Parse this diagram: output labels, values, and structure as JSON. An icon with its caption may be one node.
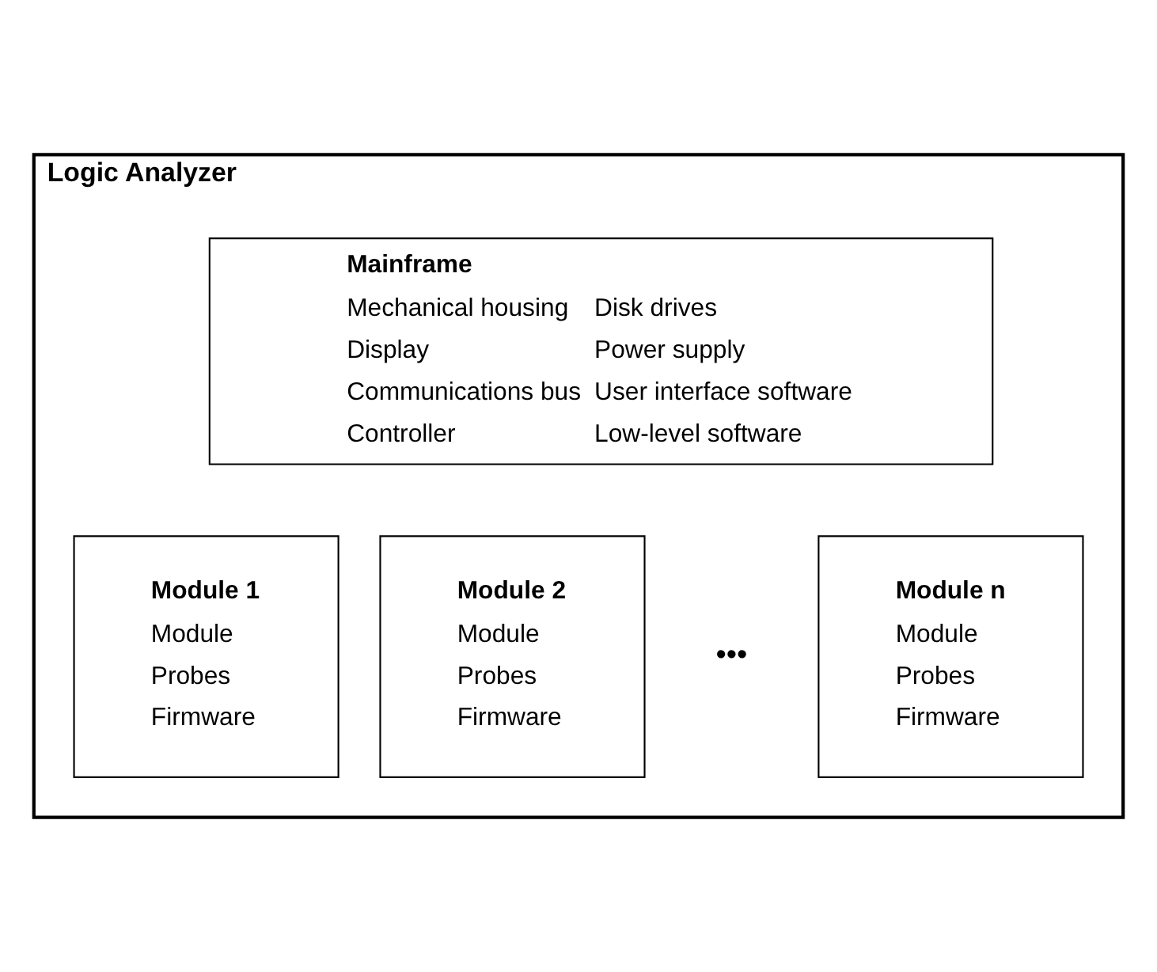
{
  "diagram": {
    "nodes": [
      {
        "text": [
          "Logic Analyzer"
        ]
      },
      {
        "text": [
          "Mainframe",
          "Mechanical housing",
          "Display",
          "Communications bus",
          "Controller",
          "Disk drives",
          "Power supply",
          "User interface software",
          "Low-level software"
        ],
        "in": 0
      },
      {
        "text": [
          "Module 1",
          "Module",
          "Probes",
          "Firmware"
        ],
        "in": 0
      },
      {
        "text": [
          "Module 2",
          "Module",
          "Probes",
          "Firmware"
        ],
        "in": 0
      },
      {
        "text": [
          "Module n",
          "Module",
          "Probes",
          "Firmware"
        ],
        "in": 0
      }
    ],
    "edges": [],
    "labels": [
      "•••"
    ]
  }
}
